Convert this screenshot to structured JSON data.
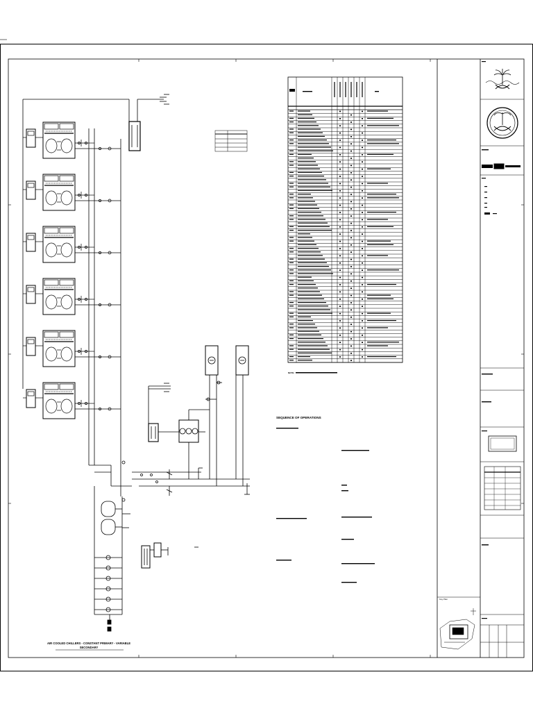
{
  "diagram": {
    "caption_line1": "AIR COOLED CHILLERS - CONSTANT PRIMARY - VARIABLE",
    "caption_line2": "SECONDARY",
    "sequence_title": "SEQUENCE OF OPERATIONS"
  },
  "points_list": {
    "note_label": "NOTE:"
  },
  "title_block": {
    "key_plan_label": "Key Plan"
  }
}
